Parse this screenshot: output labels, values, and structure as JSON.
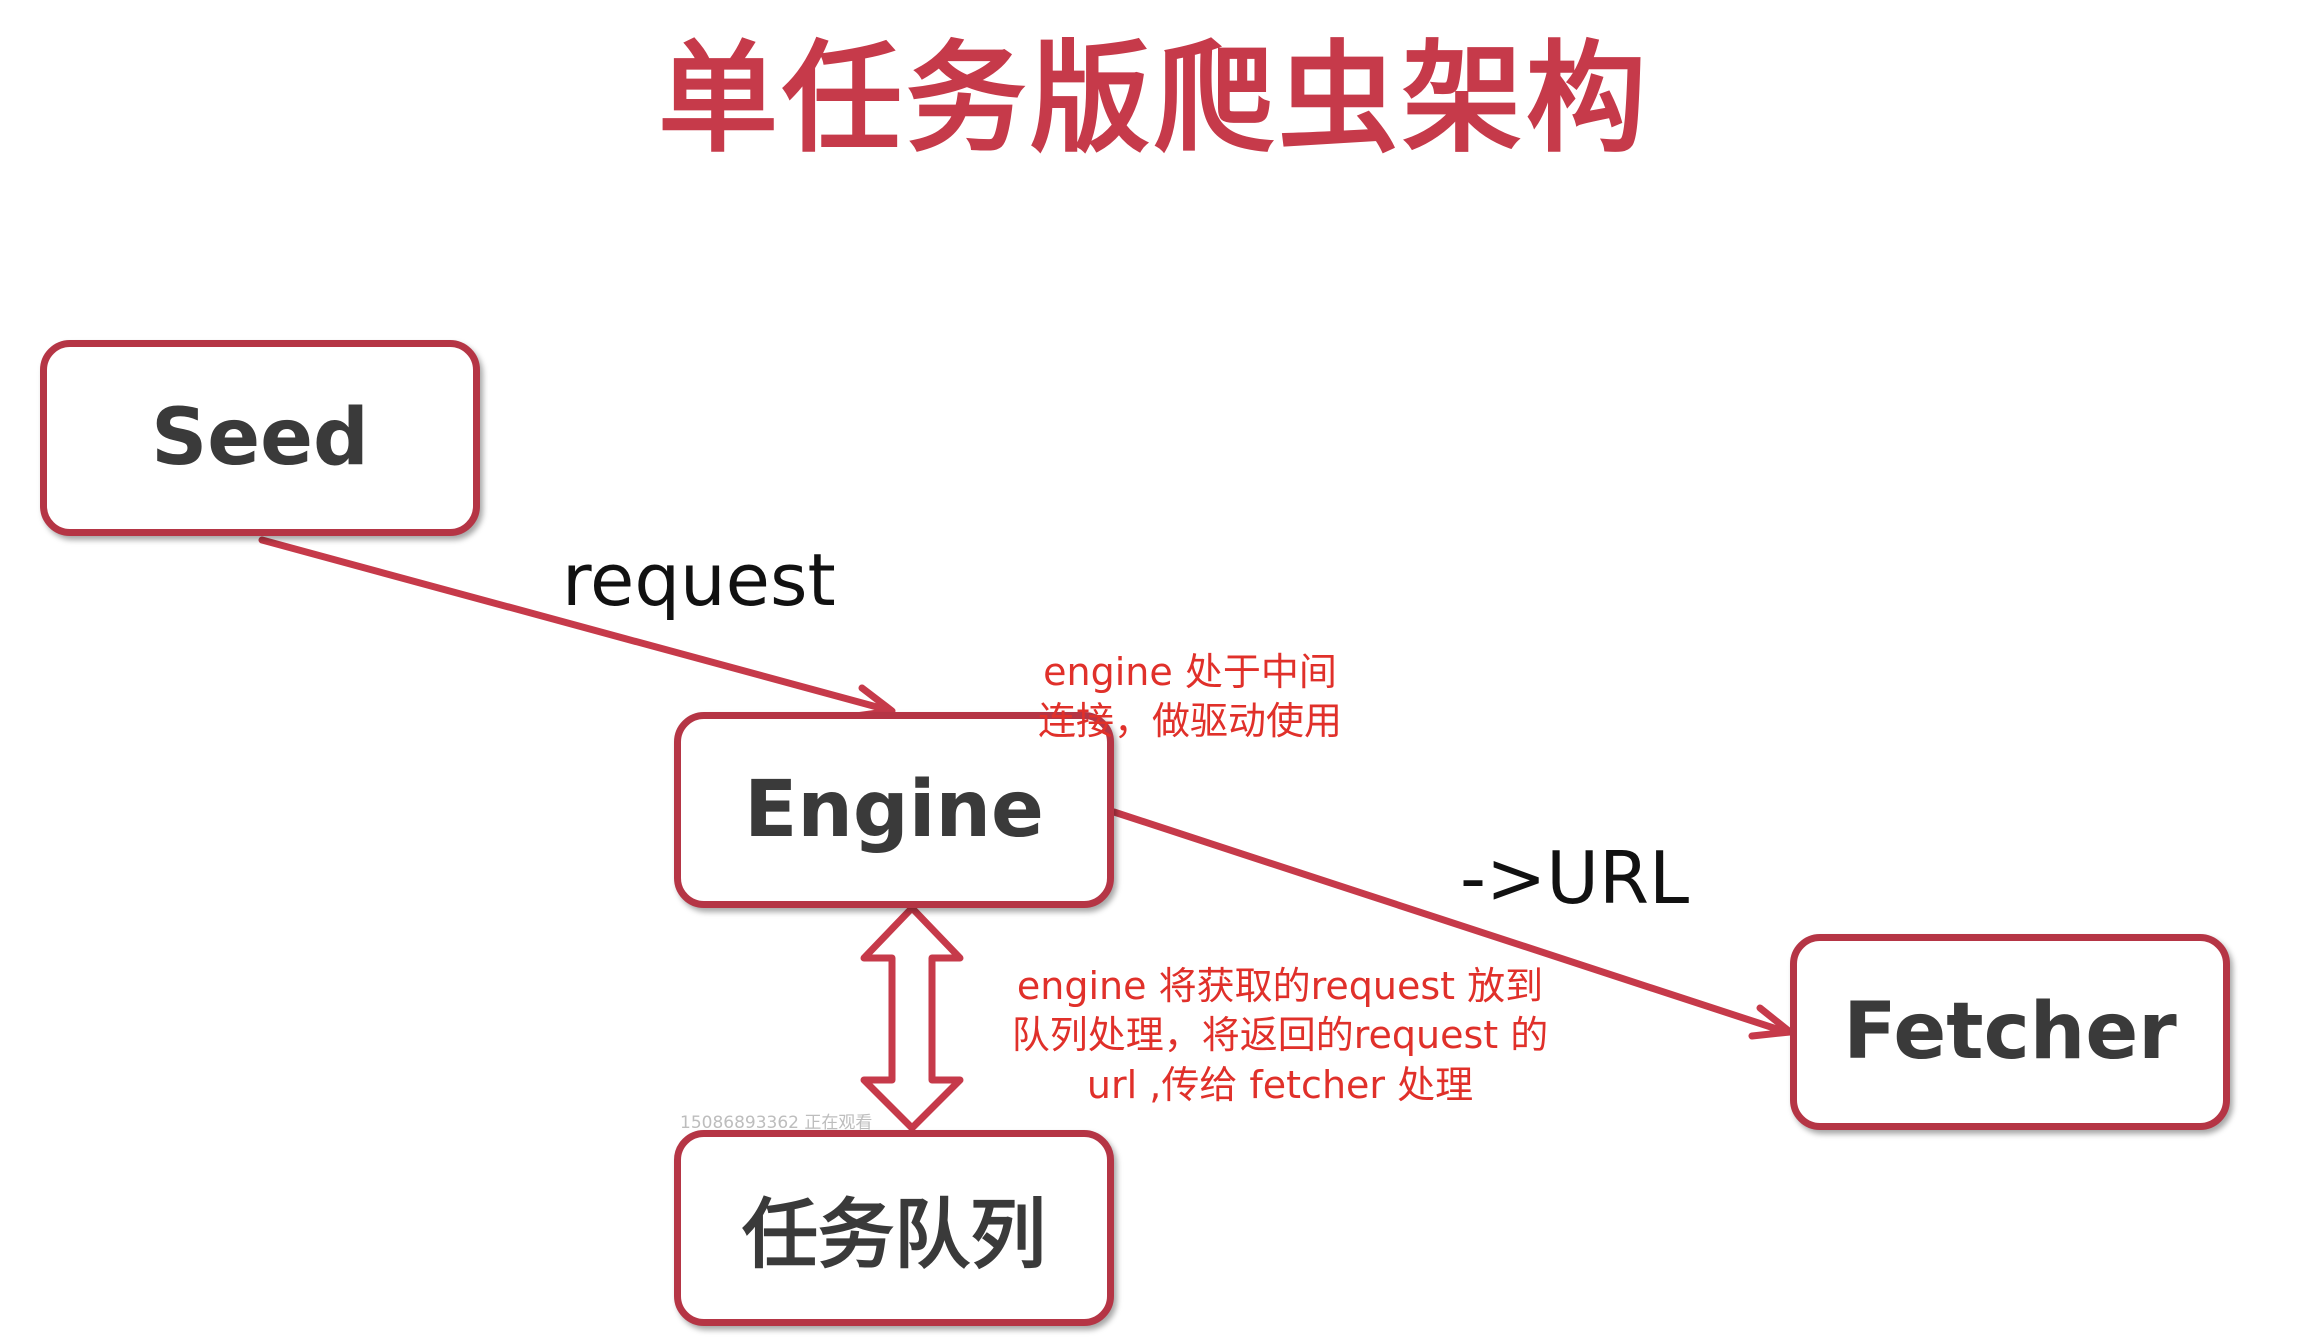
{
  "title": "单任务版爬虫架构",
  "nodes": {
    "seed": "Seed",
    "engine": "Engine",
    "fetcher": "Fetcher",
    "queue": "任务队列"
  },
  "edges": {
    "seed_to_engine": "request",
    "engine_to_fetcher": "->URL"
  },
  "notes": {
    "engine": [
      "engine 处于中间",
      "连接，做驱动使用"
    ],
    "queue": [
      "engine 将获取的request 放到",
      "队列处理，将返回的request 的",
      "url ,传给 fetcher 处理"
    ]
  },
  "watermark": "15086893362 正在观看",
  "colors": {
    "title": "#c63a4a",
    "node_border": "#b53545",
    "arrow": "#c63a4a",
    "note": "#e0302a"
  }
}
